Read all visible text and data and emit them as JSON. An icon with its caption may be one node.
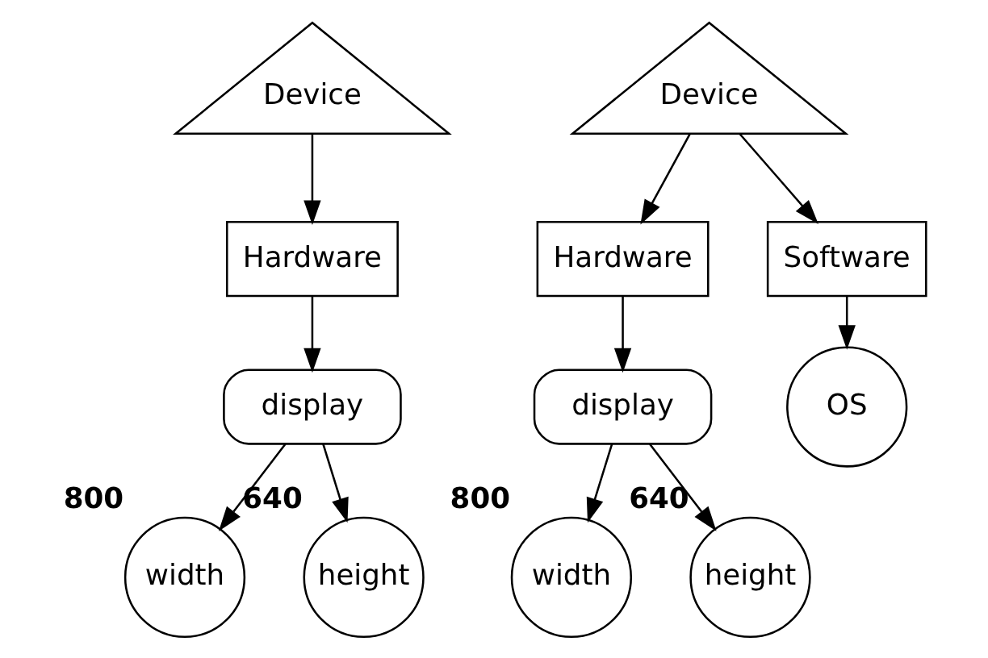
{
  "diagram": {
    "nodes": [
      {
        "text": [
          "Device"
        ]
      },
      {
        "text": [
          "Hardware"
        ]
      },
      {
        "text": [
          "display"
        ]
      },
      {
        "text": [
          "width"
        ],
        "beside": [
          "800"
        ]
      },
      {
        "text": [
          "height"
        ],
        "beside": [
          "640"
        ]
      },
      {
        "text": [
          "Device"
        ]
      },
      {
        "text": [
          "Hardware"
        ]
      },
      {
        "text": [
          "Software"
        ]
      },
      {
        "text": [
          "display"
        ]
      },
      {
        "text": [
          "width"
        ],
        "beside": [
          "800"
        ]
      },
      {
        "text": [
          "height"
        ],
        "beside": [
          "640"
        ]
      },
      {
        "text": [
          "OS"
        ]
      }
    ],
    "edges": [
      {
        "from": 0,
        "to": 1,
        "arrow": "to"
      },
      {
        "from": 1,
        "to": 2,
        "arrow": "to"
      },
      {
        "from": 2,
        "to": 3,
        "arrow": "to"
      },
      {
        "from": 2,
        "to": 4,
        "arrow": "to"
      },
      {
        "from": 5,
        "to": 6,
        "arrow": "to"
      },
      {
        "from": 5,
        "to": 7,
        "arrow": "to"
      },
      {
        "from": 6,
        "to": 8,
        "arrow": "to"
      },
      {
        "from": 8,
        "to": 9,
        "arrow": "to"
      },
      {
        "from": 8,
        "to": 10,
        "arrow": "to"
      },
      {
        "from": 7,
        "to": 11,
        "arrow": "to"
      }
    ]
  }
}
